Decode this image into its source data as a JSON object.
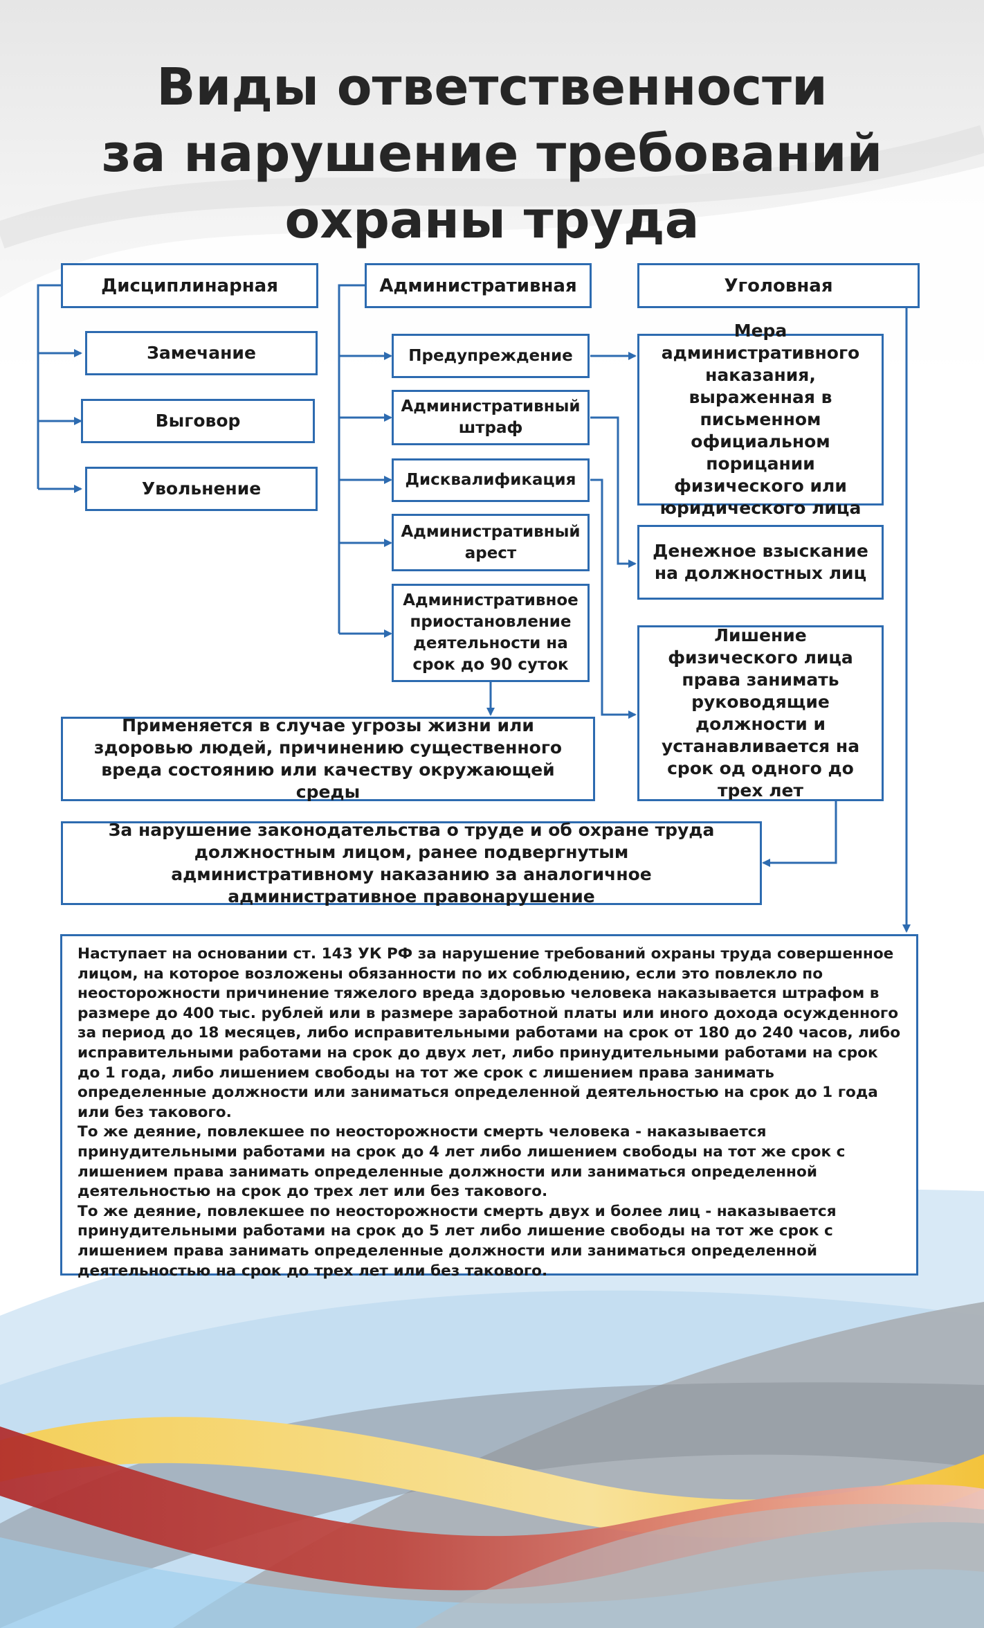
{
  "colors": {
    "border": "#2d6bb0",
    "title": "#262626",
    "text": "#1a1a1a"
  },
  "title": {
    "line1": "Виды ответственности",
    "line2": "за нарушение требований",
    "line3": "охраны труда"
  },
  "categories": {
    "disciplinary": "Дисциплинарная",
    "administrative": "Административная",
    "criminal": "Уголовная"
  },
  "disciplinary_items": [
    "Замечание",
    "Выговор",
    "Увольнение"
  ],
  "administrative_items": [
    "Предупреждение",
    "Административный штраф",
    "Дисквалификация",
    "Административный арест",
    "Административное приостановление деятельности на срок до 90 суток"
  ],
  "explanations": {
    "warning": "Мера административного наказания, выраженная в письменном официальном порицании физического или юридического лица",
    "fine": "Денежное взыскание на должностных лиц",
    "disqualification": "Лишение физического лица права занимать руководящие должности и устанавливается на срок од одного до трех лет",
    "suspension": "Применяется в случае угрозы жизни или здоровью людей, причинению существенного вреда состоянию или качеству окружающей среды",
    "repeat_violation": "За нарушение законодательства о труде и об охране труда должностным лицом, ранее подвергнутым административному наказанию за аналогичное административное правонарушение"
  },
  "criminal_text": {
    "p1": "Наступает на основании ст. 143 УК РФ за нарушение требований охраны труда совершенное лицом, на которое возложены обязанности по их соблюдению, если это повлекло по неосторожности причинение тяжелого вреда здоровью человека наказывается штрафом в размере до 400 тыс. рублей или в размере заработной платы или иного дохода осужденного за период до 18 месяцев, либо исправительными работами на срок от 180 до 240 часов, либо исправительными работами на срок до двух лет, либо принудительными работами на срок до 1 года, либо лишением свободы на тот же срок с лишением права занимать определенные должности или заниматься определенной деятельностью на срок до 1 года или без такового.",
    "p2": "То же деяние, повлекшее по неосторожности смерть человека - наказывается принудительными работами на срок до 4 лет либо лишением свободы на тот же срок  с лишением права занимать определенные должности или заниматься определенной деятельностью на срок до трех лет или без такового.",
    "p3": "То же деяние, повлекшее по неосторожности смерть двух и более лиц - наказывается принудительными работами на срок до 5 лет либо лишение свободы на тот же срок с лишением права занимать определенные должности или заниматься определенной деятельностью на срок до трех лет или без такового."
  }
}
